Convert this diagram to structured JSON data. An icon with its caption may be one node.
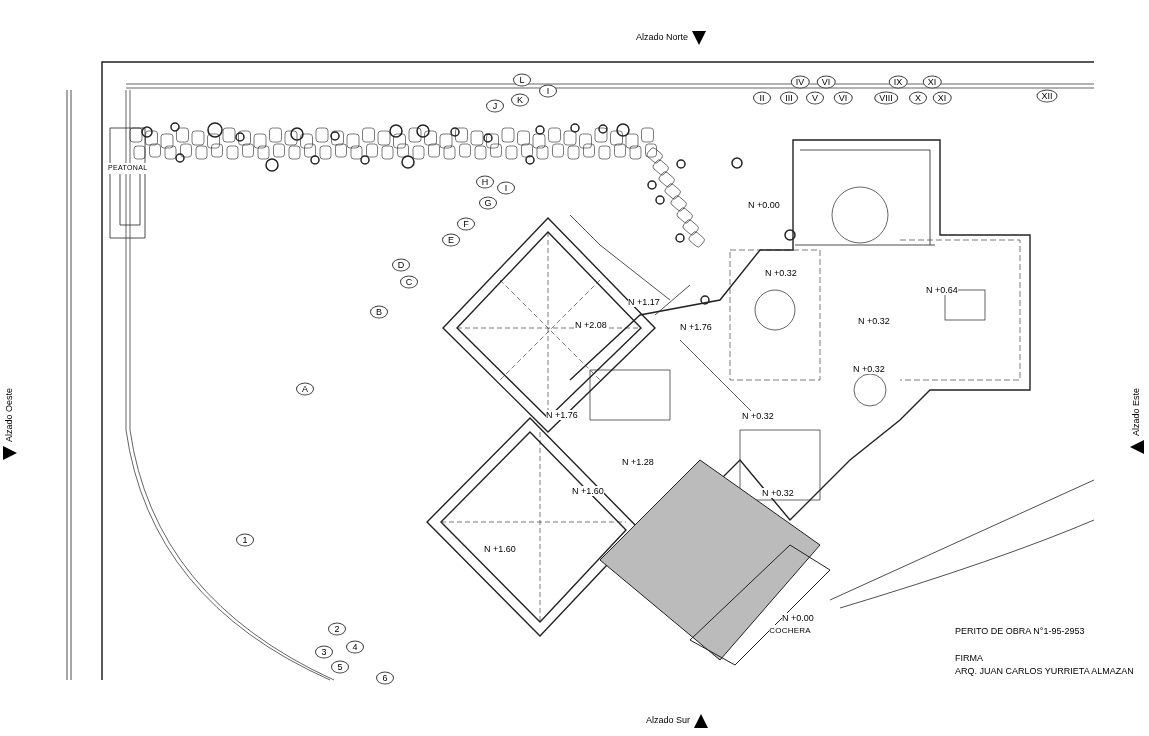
{
  "diagram": {
    "labels": [
      "Alzado Norte",
      "L",
      "I",
      "IV",
      "VI",
      "IX",
      "XI",
      "J",
      "K",
      "II",
      "III",
      "V",
      "VI",
      "VIII",
      "X",
      "XI",
      "XII",
      "PEATONAL",
      "H",
      "I",
      "G",
      "N +0.00",
      "F",
      "E",
      "N +0.32",
      "D",
      "N +0.64",
      "C",
      "N +1.17",
      "B",
      "N +2.08",
      "N +1.76",
      "N +0.32",
      "N +0.32",
      "Alzado Oeste",
      "Alzado Este",
      "A",
      "N +1.76",
      "N +0.32",
      "N +1.28",
      "N +1.60",
      "N +0.32",
      "N +1.60",
      "1",
      "2",
      "N +0.00",
      "COCHERA",
      "PERITO DE OBRA N°1-95-2953",
      "3",
      "4",
      "FIRMA",
      "5",
      "ARQ. JUAN CARLOS YURRIETA ALMAZAN",
      "6",
      "Alzado Sur"
    ]
  }
}
